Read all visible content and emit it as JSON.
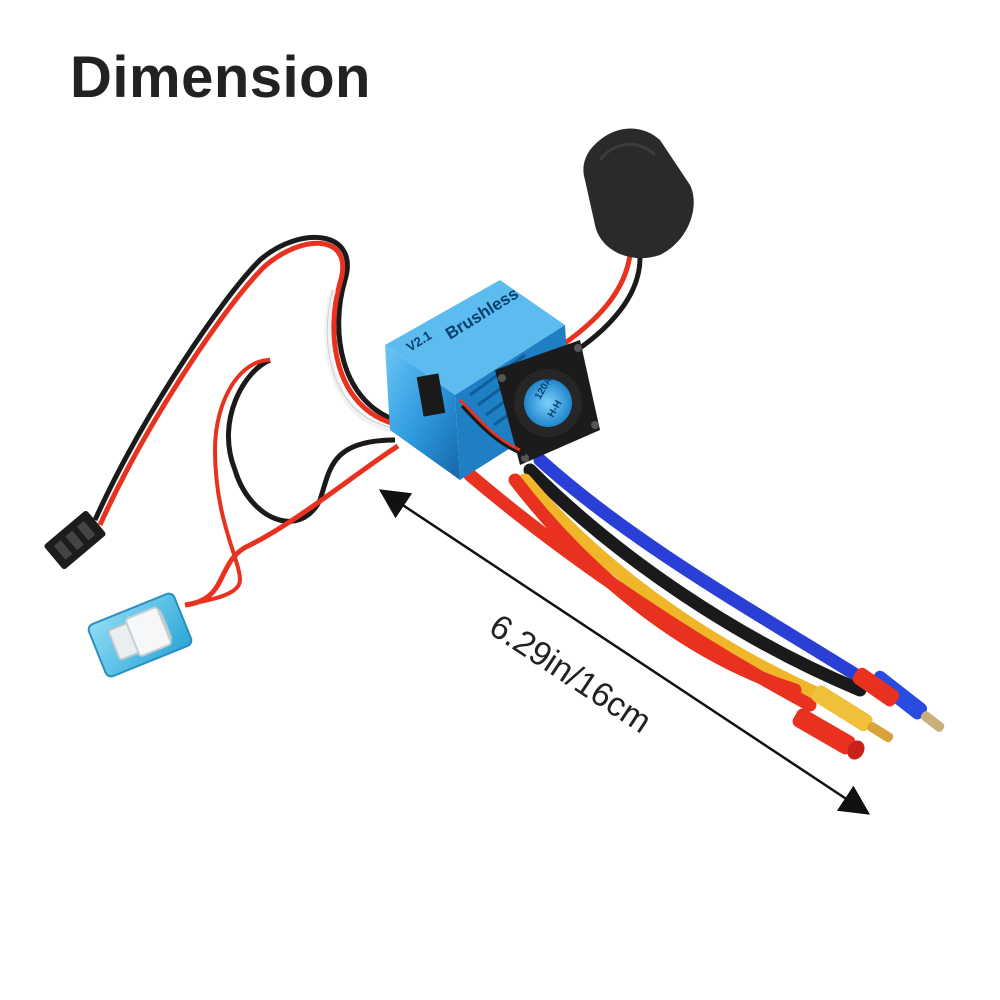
{
  "title": "Dimension",
  "measurement": {
    "label": "6.29in/16cm",
    "inches": 6.29,
    "centimeters": 16
  },
  "product_text": {
    "brand_label": "Brushless",
    "model_label": "V2.1",
    "fan_label": "120A",
    "fan_sub_label": "H-H"
  },
  "colors": {
    "title": "#222222",
    "esc_body": "#2f9be0",
    "esc_body_dark": "#1466a8",
    "fan": "#1b1b1b",
    "fan_hub": "#3aa8e8",
    "switch": "#4fc2ea",
    "wire_red": "#e8321f",
    "wire_black": "#1a1a1a",
    "wire_blue": "#2a3fd6",
    "wire_yellow": "#f0b62a",
    "wire_white": "#f2f2f2",
    "connector_gold": "#d9a23a"
  }
}
